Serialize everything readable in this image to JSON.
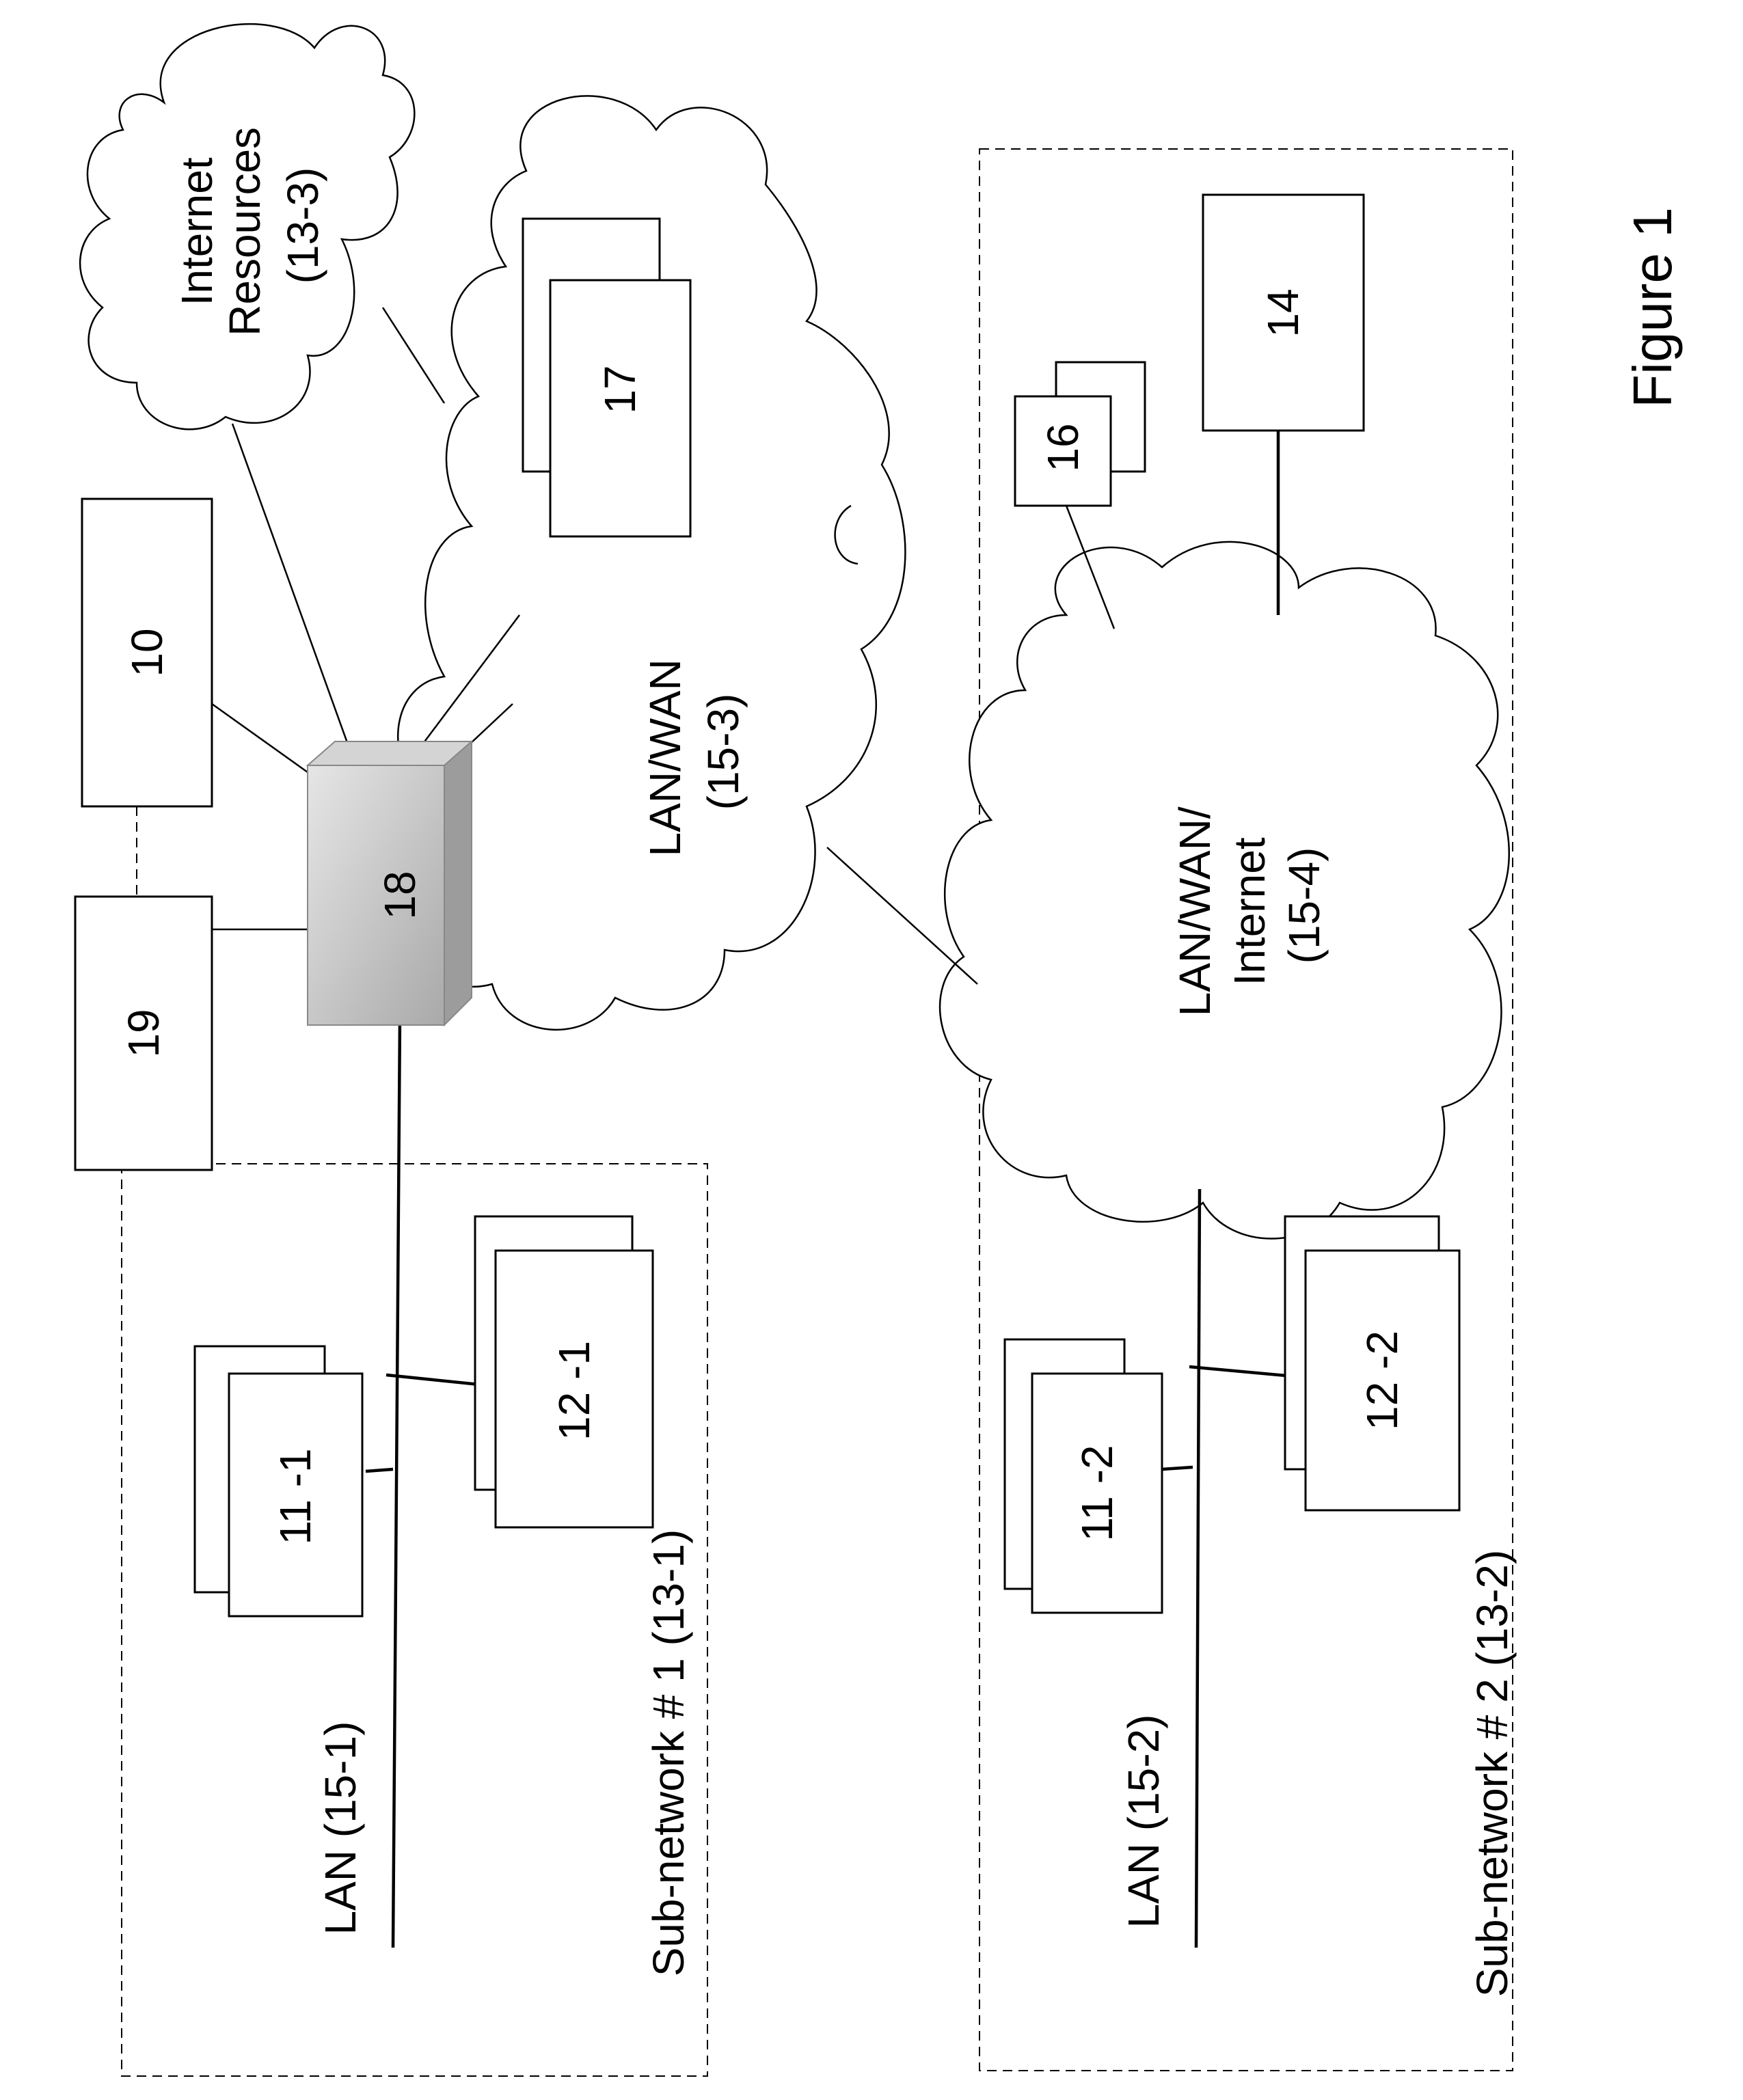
{
  "figure_label": "Figure 1",
  "nodes": {
    "n10": "10",
    "n19": "19",
    "n18": "18",
    "n17": "17",
    "n16": "16",
    "n14": "14",
    "n11_1": "11 -1",
    "n12_1": "12 -1",
    "n11_2": "11 -2",
    "n12_2": "12 -2"
  },
  "clouds": {
    "internet_resources": [
      "Internet",
      "Resources",
      "(13-3)"
    ],
    "lan_wan_15_3": [
      "LAN/WAN",
      "(15-3)"
    ],
    "lan_wan_internet_15_4": [
      "LAN/WAN/",
      "Internet",
      "(15-4)"
    ]
  },
  "labels": {
    "lan_15_1": "LAN (15-1)",
    "lan_15_2": "LAN (15-2)",
    "subnet_1": "Sub-network # 1 (13-1)",
    "subnet_2": "Sub-network # 2 (13-2)"
  }
}
